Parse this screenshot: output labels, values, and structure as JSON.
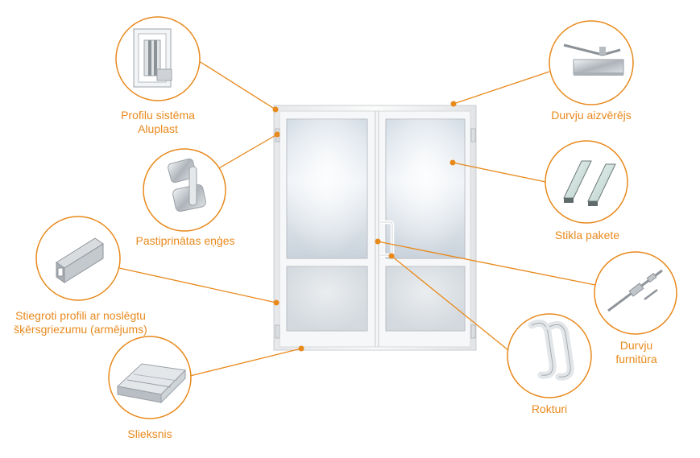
{
  "accent_color": "#e8891c",
  "callouts": [
    {
      "id": "profile",
      "lines": [
        "Profilu sistēma",
        "Aluplast"
      ],
      "icon": "window-profile-section-icon"
    },
    {
      "id": "hinges",
      "lines": [
        "Pastiprinātas eņģes"
      ],
      "icon": "door-hinge-icon"
    },
    {
      "id": "reinforced",
      "lines": [
        "Stiegroti profili ar noslēgtu",
        "šķērsgriezumu (armējums)"
      ],
      "icon": "square-steel-tube-icon"
    },
    {
      "id": "threshold",
      "lines": [
        "Slieksnis"
      ],
      "icon": "door-threshold-icon"
    },
    {
      "id": "closer",
      "lines": [
        "Durvju aizvērējs"
      ],
      "icon": "door-closer-icon"
    },
    {
      "id": "glass",
      "lines": [
        "Stikla pakete"
      ],
      "icon": "glass-unit-icon"
    },
    {
      "id": "hardware",
      "lines": [
        "Durvju",
        "furnitūra"
      ],
      "icon": "door-lock-mechanism-icon"
    },
    {
      "id": "handles",
      "lines": [
        "Rokturi"
      ],
      "icon": "door-handle-icon"
    }
  ]
}
